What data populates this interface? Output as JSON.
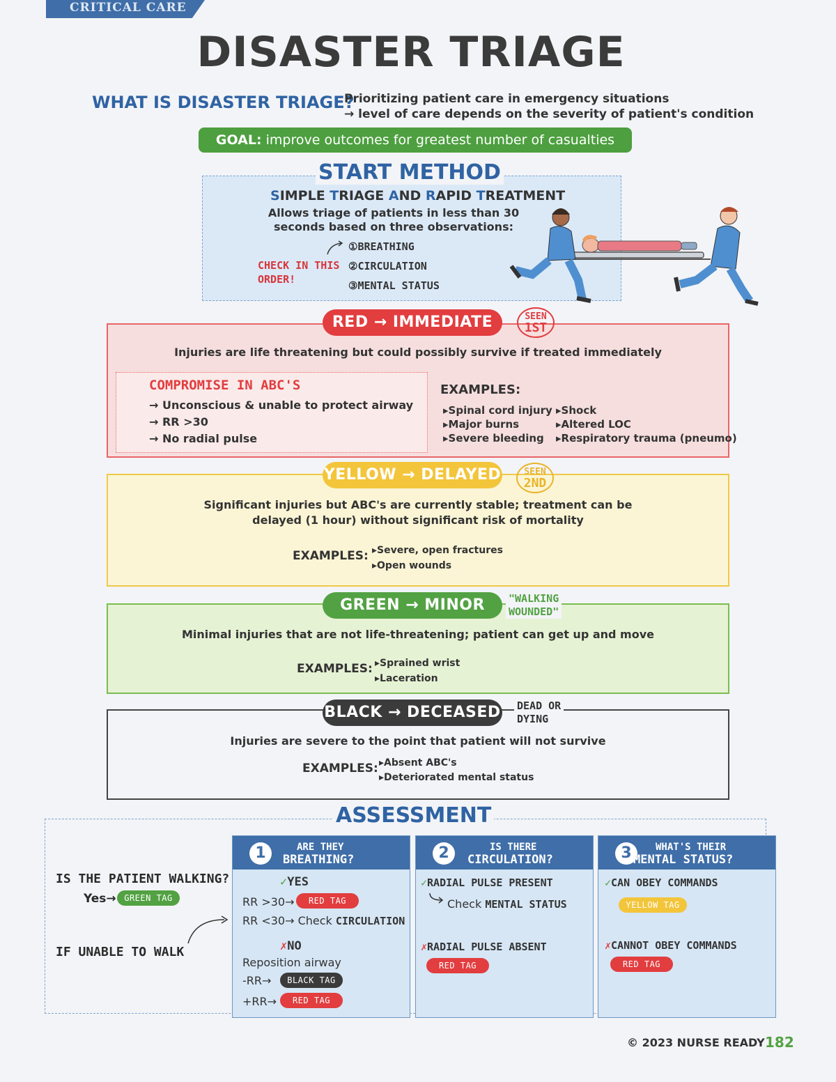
{
  "header": {
    "section_banner": "CRITICAL CARE",
    "title": "DISASTER TRIAGE",
    "question": "WHAT IS DISASTER TRIAGE?",
    "answer_line1": "Prioritizing patient care in emergency situations",
    "answer_line2": "→ level of care depends on the severity of patient's condition",
    "goal_label": "GOAL:",
    "goal_text": "improve outcomes for greatest number of casualties"
  },
  "start": {
    "title": "START METHOD",
    "sub_parts": [
      "S",
      "IMPLE ",
      "T",
      "RIAGE ",
      "A",
      "ND ",
      "R",
      "APID ",
      "T",
      "REATMENT"
    ],
    "desc": "Allows triage of patients in less than 30 seconds based on three observations:",
    "check_order": "CHECK IN THIS ORDER!",
    "observations": [
      "①BREATHING",
      "②CIRCULATION",
      "③MENTAL STATUS"
    ]
  },
  "red": {
    "pill": "RED → IMMEDIATE",
    "stamp_top": "SEEN",
    "stamp_big": "1ST",
    "desc": "Injuries are life threatening but could possibly survive if treated immediately",
    "abc_title": "COMPROMISE IN ABC'S",
    "abc_items": [
      "→ Unconscious & unable to protect airway",
      "→ RR >30",
      "→ No radial pulse"
    ],
    "examples_label": "EXAMPLES:",
    "examples_col1": [
      "▸Spinal cord injury",
      "▸Major burns",
      "▸Severe bleeding"
    ],
    "examples_col2": [
      "▸Shock",
      "▸Altered LOC",
      "▸Respiratory trauma (pneumo)"
    ]
  },
  "yellow": {
    "pill": "YELLOW → DELAYED",
    "stamp_top": "SEEN",
    "stamp_big": "2ND",
    "desc_line1": "Significant injuries but ABC's are currently stable; treatment can be",
    "desc_line2": "delayed (1 hour) without significant risk of mortality",
    "examples_label": "EXAMPLES:",
    "examples": [
      "▸Severe, open fractures",
      "▸Open wounds"
    ]
  },
  "green": {
    "pill": "GREEN → MINOR",
    "note_line1": "\"WALKING",
    "note_line2": "WOUNDED\"",
    "desc": "Minimal injuries that are not life-threatening; patient can get up and move",
    "examples_label": "EXAMPLES:",
    "examples": [
      "▸Sprained wrist",
      "▸Laceration"
    ]
  },
  "black": {
    "pill": "BLACK → DECEASED",
    "note_line1": "DEAD OR",
    "note_line2": "DYING",
    "desc": "Injuries are severe to the point that patient will not survive",
    "examples_label": "EXAMPLES:",
    "examples": [
      "▸Absent ABC's",
      "▸Deteriorated mental status"
    ]
  },
  "assessment": {
    "title": "ASSESSMENT",
    "walking_q": "IS THE PATIENT WALKING?",
    "walking_yes": "Yes→",
    "unable": "IF UNABLE TO WALK",
    "tags": {
      "green": "GREEN TAG",
      "red": "RED TAG",
      "black": "BLACK TAG",
      "yellow": "YELLOW TAG"
    },
    "col1": {
      "num": "1",
      "h1": "ARE THEY",
      "h2": "BREATHING?",
      "yes": "YES",
      "rr_high": "RR >30→",
      "rr_low_a": "RR <30→ Check ",
      "rr_low_b": "CIRCULATION",
      "no": "NO",
      "reposition": "Reposition airway",
      "minus_rr": "-RR→",
      "plus_rr": "+RR→"
    },
    "col2": {
      "num": "2",
      "h1": "IS THERE",
      "h2": "CIRCULATION?",
      "present": "RADIAL PULSE PRESENT",
      "check_a": "Check ",
      "check_b": "MENTAL STATUS",
      "absent": "RADIAL PULSE ABSENT"
    },
    "col3": {
      "num": "3",
      "h1": "WHAT'S THEIR",
      "h2": "MENTAL STATUS?",
      "obey": "CAN OBEY COMMANDS",
      "cannot": "CANNOT OBEY COMMANDS"
    }
  },
  "footer": {
    "copyright": "© 2023 NURSE READY",
    "page": "182"
  },
  "colors": {
    "red": "#e23d3f",
    "yellow": "#f3c53b",
    "green": "#52a243",
    "black": "#3b3b3b",
    "blue": "#3f6ea8"
  }
}
